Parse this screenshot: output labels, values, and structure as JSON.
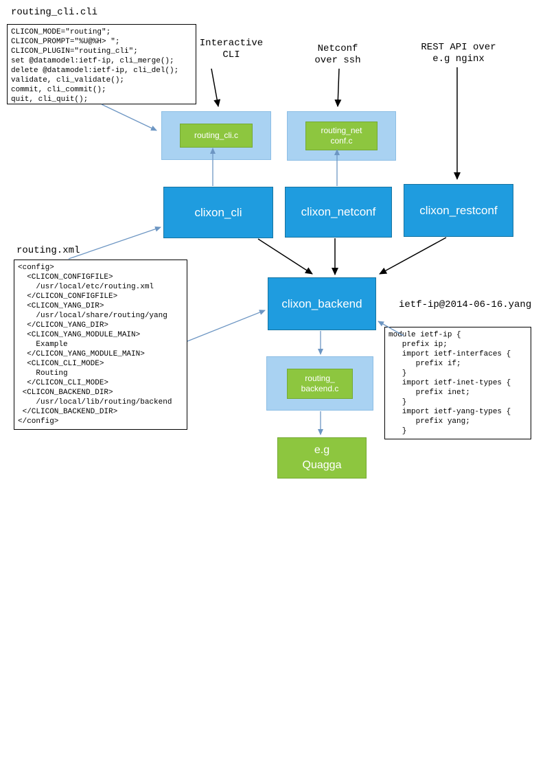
{
  "colors": {
    "box_blue": "#1f9cdf",
    "box_blue_border": "#15729f",
    "box_light_blue": "#a9d2f2",
    "box_light_blue_border": "#8cbde4",
    "box_green": "#8dc63f",
    "box_green_border": "#74a933",
    "arrow_blue": "#6d96c3",
    "arrow_black": "#000000"
  },
  "labels": {
    "routing_cli_file": "routing_cli.cli",
    "interactive_cli": "Interactive\nCLI",
    "netconf_over_ssh": "Netconf\nover ssh",
    "rest_api": "REST API over\ne.g nginx",
    "routing_xml_file": "routing.xml",
    "yang_file": "ietf-ip@2014-06-16.yang"
  },
  "code": {
    "routing_cli": "CLICON_MODE=\"routing\";\nCLICON_PROMPT=\"%U@%H> \";\nCLICON_PLUGIN=\"routing_cli\";\nset @datamodel:ietf-ip, cli_merge();\ndelete @datamodel:ietf-ip, cli_del();\nvalidate, cli_validate();\ncommit, cli_commit();\nquit, cli_quit();",
    "routing_xml": "<config>\n  <CLICON_CONFIGFILE>\n    /usr/local/etc/routing.xml\n  </CLICON_CONFIGFILE>\n  <CLICON_YANG_DIR>\n    /usr/local/share/routing/yang\n  </CLICON_YANG_DIR>\n  <CLICON_YANG_MODULE_MAIN>\n    Example\n  </CLICON_YANG_MODULE_MAIN>\n  <CLICON_CLI_MODE>\n    Routing\n  </CLICON_CLI_MODE>\n <CLICON_BACKEND_DIR>\n    /usr/local/lib/routing/backend\n </CLICON_BACKEND_DIR>\n</config>",
    "yang_module": "module ietf-ip {\n   prefix ip;\n   import ietf-interfaces {\n      prefix if;\n   }\n   import ietf-inet-types {\n      prefix inet;\n   }\n   import ietf-yang-types {\n      prefix yang;\n   }"
  },
  "nodes": {
    "routing_cli_c": "routing_cli.c",
    "routing_netconf_c": "routing_net\nconf.c",
    "clixon_cli": "clixon_cli",
    "clixon_netconf": "clixon_netconf",
    "clixon_restconf": "clixon_restconf",
    "clixon_backend": "clixon_backend",
    "routing_backend_c": "routing_\nbackend.c",
    "quagga": "e.g\nQuagga"
  }
}
